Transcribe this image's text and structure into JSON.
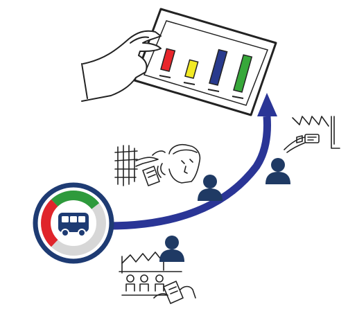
{
  "colors": {
    "flow_arrow": "#2a3596",
    "person": "#1f3a64",
    "badge_ring": "#1e3b73",
    "bus": "#1e3b73",
    "gauge_green": "#2e9a3c",
    "gauge_red": "#e0252b",
    "gauge_gray": "#d7d7d7",
    "sketch_line": "#222222"
  },
  "tablet_chart": {
    "bars": [
      {
        "color": "#e8262b",
        "level": 0.48
      },
      {
        "color": "#f2ea24",
        "level": 0.38
      },
      {
        "color": "#283a8d",
        "level": 0.78
      },
      {
        "color": "#37a83a",
        "level": 0.82
      }
    ]
  },
  "icons": {
    "badge": "bus-icon",
    "people": [
      "person-icon",
      "person-icon",
      "person-icon"
    ],
    "sketches": [
      "factory-sketch",
      "team-meeting-sketch",
      "workers-sketch"
    ]
  }
}
